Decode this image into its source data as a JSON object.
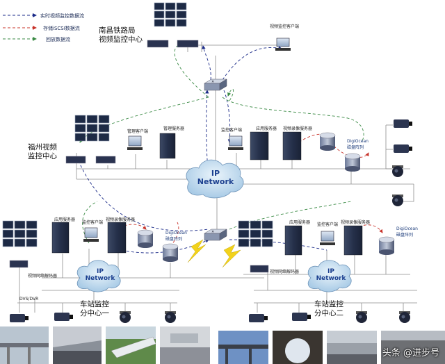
{
  "legend": [
    {
      "label": "实时视频监控数据流",
      "color": "#1a2a88"
    },
    {
      "label": "存储iSCSI数据流",
      "color": "#c8332a"
    },
    {
      "label": "回放数据流",
      "color": "#3a8a44"
    }
  ],
  "nodes": {
    "nanchang_center": "南昌铁路局\n视频监控中心",
    "fuzhou_center": "福州视频\n监控中心",
    "sub1": "车站监控\n分中心一",
    "sub2": "车站监控\n分中心二",
    "ip_network": "IP\nNetwork",
    "ip_small": "IP\nNetwork"
  },
  "small_labels": {
    "video_client_top": "视频监控客户端",
    "mgmt_client": "管理客户端",
    "mgmt_server": "管理服务器",
    "monitor_client": "监控客户端",
    "app_server": "应用服务器",
    "record_server": "视频录像服务器",
    "digiocean_1": "DigiOcean\n磁盘阵列",
    "app_server_l": "应用服务器",
    "monitor_client_l": "监控客户端",
    "record_server_l": "视频录像服务器",
    "digiocean_l": "DigiOcean\n磁盘阵列",
    "decoder_l": "视频网络解码器",
    "dvs": "DVS/DVR",
    "app_server_r": "应用服务器",
    "monitor_client_r": "监控客户端",
    "record_server_r": "视频录像服务器",
    "digiocean_r": "DigiOcean\n磁盘阵列",
    "decoder_r": "视频网络解码器"
  },
  "watermark": "头条 @进步号",
  "colors": {
    "wire": "#888888",
    "realtime": "#1a2a88",
    "storage": "#c8332a",
    "playback": "#3a8a44",
    "cloud": "#cfe4f5",
    "cloud_text": "#1b3f8f"
  }
}
